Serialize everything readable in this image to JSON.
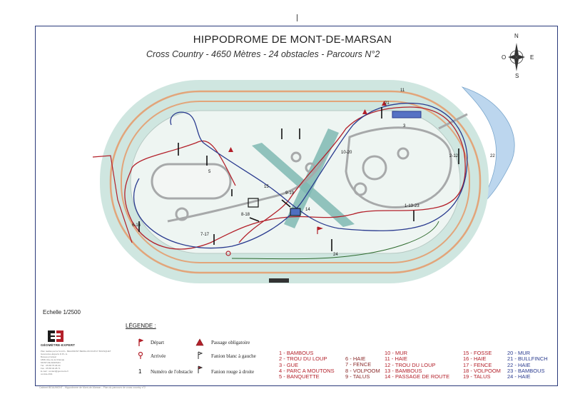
{
  "header": {
    "title": "HIPPODROME DE MONT-DE-MARSAN",
    "subtitle": "Cross Country - 4650 Mètres - 24 obstacles - Parcours N°2"
  },
  "compass": {
    "n": "N",
    "s": "S",
    "e": "E",
    "o": "O"
  },
  "scale": "Echelle 1/2500",
  "legend": {
    "title": "LÉGENDE :",
    "items": [
      {
        "label": "Départ",
        "icon": "start-flag-icon"
      },
      {
        "label": "Arrivée",
        "icon": "finish-post-icon"
      },
      {
        "label": "Numéro de l'obstacle",
        "icon": "obstacle-number-icon",
        "symbol": "1"
      },
      {
        "label": "Passage obligatoire",
        "icon": "mandatory-passage-icon"
      },
      {
        "label": "Fanion blanc à gauche",
        "icon": "white-flag-icon"
      },
      {
        "label": "Fanion rouge à droite",
        "icon": "red-flag-icon"
      }
    ]
  },
  "logo": {
    "text": "GÉOMÈTRE-EXPERT",
    "lines": [
      "Plan réalisé par la S.A.R.L. BEAUMONT BERILLON DUPUY BOUSQUET",
      "Géomètres-Experts D.P.L.G.",
      "Bureau principal",
      "1868, Rue de la Chênaie",
      "MONT-DE-MARSAN",
      "Tél. : 05.58.75.36.00",
      "Fax : 05.58.46.28.71",
      "E-mail : contact@geometre.fr",
      "contrat-2011"
    ]
  },
  "obstacles": {
    "col1": [
      "1 - BAMBOUS",
      "2 - TROU DU LOUP",
      "3 - GUE",
      "4 - PARC A MOUTONS",
      "5 - BANQUETTE"
    ],
    "col2": [
      "6 - HAIE",
      "7 - FENCE",
      "8 - VOLPOOM",
      "9 - TALUS"
    ],
    "col3": [
      "10 - MUR",
      "11 - HAIE",
      "12 - TROU DU LOUP",
      "13 - BAMBOUS",
      "14 - PASSAGE DE ROUTE"
    ],
    "col4": [
      "15 - FOSSE",
      "16 - HAIE",
      "17 - FENCE",
      "18 - VOLPOOM",
      "19 - TALUS"
    ],
    "col5": [
      "20 - MUR",
      "21 - BULLFINCH",
      "22 - HAIE",
      "23 - BAMBOUS",
      "24 - HAIE"
    ]
  },
  "map_labels": [
    "11",
    "21",
    "3",
    "10-20",
    "2-12",
    "22",
    "5",
    "15",
    "9-19",
    "14",
    "8-18",
    "1-13-23",
    "6-16",
    "7-17",
    "24"
  ],
  "footer": "Cabinet BEAUMONT - Hippodrome de Mont-de-Marsan - Plan du parcours de cross country n°2",
  "colors": {
    "red_route": "#b3202a",
    "blue_route": "#2a3b8f",
    "green_route": "#2e6b2e",
    "track_fill": "#cfe6e0",
    "track_rail": "#e2a57a",
    "water": "#bcd6ee",
    "road": "#a7a9aa",
    "teal_band": "#7fb9b3",
    "obstacles_text_col1": "#b3202a",
    "obstacles_text_col4": "#b3202a",
    "obstacles_text_col5": "#2a3b8f"
  }
}
